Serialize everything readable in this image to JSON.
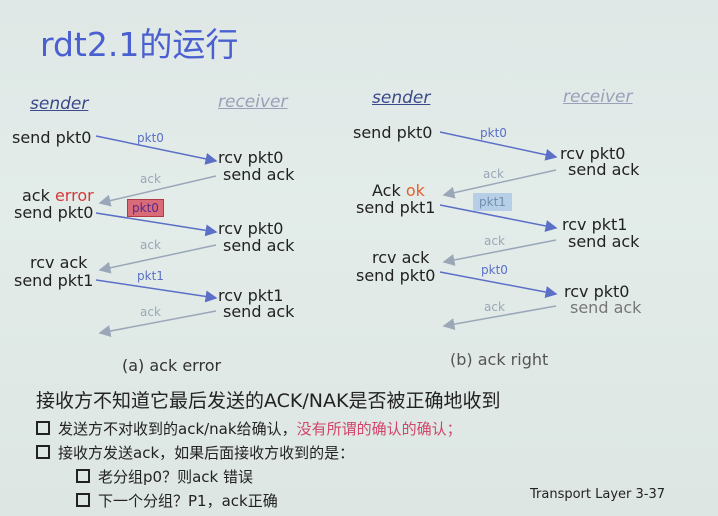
{
  "title": "rdt2.1的运行",
  "left": {
    "sender": "sender",
    "receiver": "receiver",
    "s1": "send pkt0",
    "m1": "pkt0",
    "r1a": "rcv pkt0",
    "r1b": "send ack",
    "m2": "ack",
    "s2a_pre": "ack ",
    "s2a_err": "error",
    "s2b": "send pkt0",
    "m3": "pkt0",
    "r2a": "rcv pkt0",
    "r2b": "send ack",
    "m4": "ack",
    "s3a": "rcv ack",
    "s3b": "send pkt1",
    "m5": "pkt1",
    "r3a": "rcv pkt1",
    "r3b": "send ack",
    "m6": "ack",
    "caption": "(a) ack error"
  },
  "right": {
    "sender": "sender",
    "receiver": "receiver",
    "s1": "send pkt0",
    "m1": "pkt0",
    "r1a": "rcv pkt0",
    "r1b": "send ack",
    "m2": "ack",
    "s2a_pre": "Ack ",
    "s2a_ok": "ok",
    "s2b": "send pkt1",
    "m3": "pkt1",
    "r2a": "rcv pkt1",
    "r2b": "send ack",
    "m4": "ack",
    "s3a": "rcv ack",
    "s3b": "send pkt0",
    "m5": "pkt0",
    "r3a": "rcv pkt0",
    "r3b": "send ack",
    "m6": "ack",
    "caption": "(b) ack right"
  },
  "main_text": "接收方不知道它最后发送的ACK/NAK是否被正确地收到",
  "bullets": {
    "b1_pre": "发送方不对收到的ack/nak给确认，",
    "b1_pink": "没有所谓的确认的确认；",
    "b2": "接收方发送ack，如果后面接收方收到的是：",
    "b3": "老分组p0？则ack 错误",
    "b4": "下一个分组？P1，ack正确"
  },
  "footer": "Transport Layer   3-37",
  "colors": {
    "title": "#4a5fd0",
    "pkt_arrow": "#5b6fc7",
    "ack_arrow": "#9aa7b8",
    "error": "#d23a3a",
    "ok": "#e0602e",
    "pink": "#d1456b"
  }
}
